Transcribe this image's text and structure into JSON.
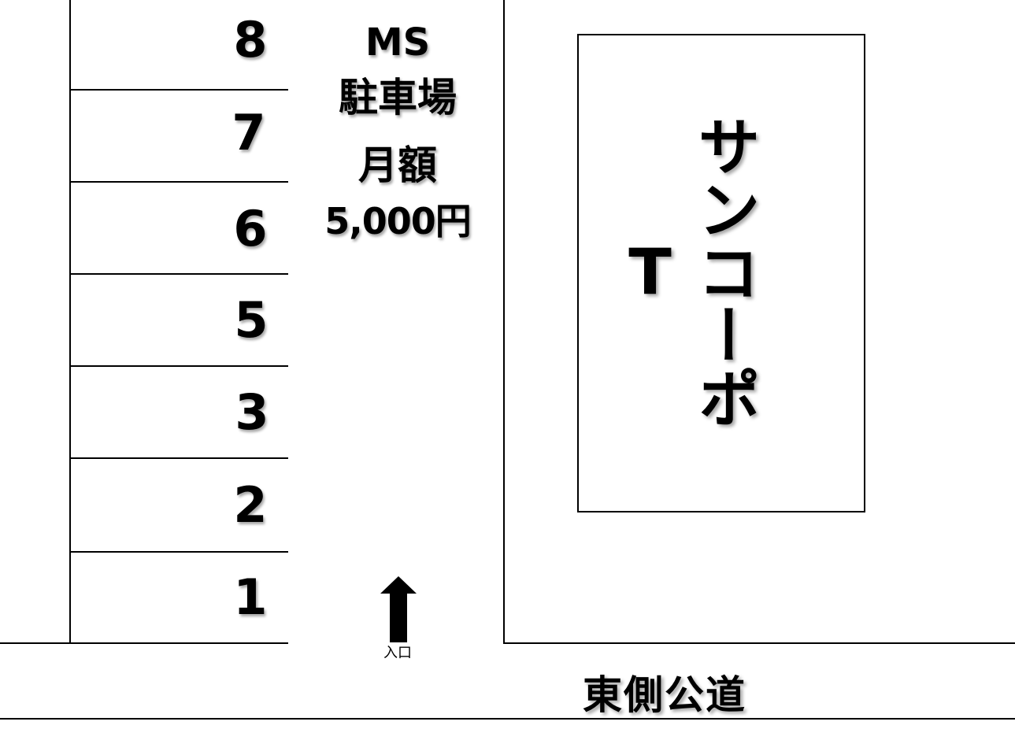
{
  "parking_lot": {
    "name": "MS",
    "type": "駐車場",
    "fee_label": "月額",
    "fee_amount": "5,000円"
  },
  "stalls": [
    {
      "number": "8"
    },
    {
      "number": "7"
    },
    {
      "number": "6"
    },
    {
      "number": "5"
    },
    {
      "number": "3"
    },
    {
      "number": "2"
    },
    {
      "number": "1"
    }
  ],
  "entrance": {
    "icon": "arrow-up-icon",
    "label": "入口"
  },
  "building": {
    "name": "サンコーポT"
  },
  "road": {
    "label": "東側公道"
  }
}
